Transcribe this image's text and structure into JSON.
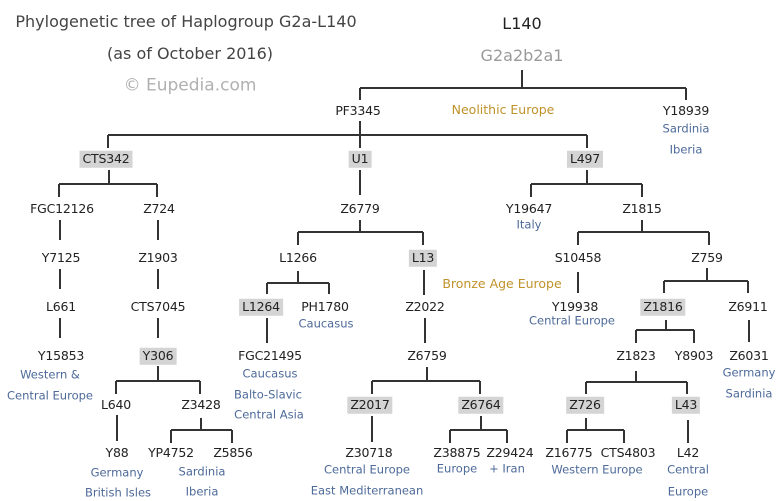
{
  "title": {
    "line1": "Phylogenetic tree of Haplogroup G2a-L140",
    "line2": "(as of October 2016)",
    "watermark": "© Eupedia.com"
  },
  "root": {
    "snp": "L140",
    "haplogroup": "G2a2b2a1"
  },
  "nodes": {
    "PF3345": "PF3345",
    "Y18939": "Y18939",
    "CTS342": "CTS342",
    "U1": "U1",
    "L497": "L497",
    "FGC12126": "FGC12126",
    "Z724": "Z724",
    "Y7125": "Y7125",
    "Z1903": "Z1903",
    "L661": "L661",
    "CTS7045": "CTS7045",
    "Y15853": "Y15853",
    "Y306": "Y306",
    "L640": "L640",
    "Z3428": "Z3428",
    "Y88": "Y88",
    "YP4752": "YP4752",
    "Z5856": "Z5856",
    "Z6779": "Z6779",
    "L1266": "L1266",
    "L13": "L13",
    "L1264": "L1264",
    "PH1780": "PH1780",
    "FGC21495": "FGC21495",
    "Z2022": "Z2022",
    "Z6759": "Z6759",
    "Z2017": "Z2017",
    "Z6764": "Z6764",
    "Z30718": "Z30718",
    "Z38875": "Z38875",
    "Z29424": "Z29424",
    "Y19647": "Y19647",
    "Z1815": "Z1815",
    "S10458": "S10458",
    "Z759": "Z759",
    "Y19938": "Y19938",
    "Z1816": "Z1816",
    "Z6911": "Z6911",
    "Z6031": "Z6031",
    "Z1823": "Z1823",
    "Y8903": "Y8903",
    "Z726": "Z726",
    "L43": "L43",
    "Z16775": "Z16775",
    "CTS4803": "CTS4803",
    "L42": "L42"
  },
  "eras": {
    "neolithic": "Neolithic Europe",
    "bronze": "Bronze Age Europe"
  },
  "regions": {
    "y18939_1": "Sardinia",
    "y18939_2": "Iberia",
    "y15853_1": "Western &",
    "y15853_2": "Central Europe",
    "y88_1": "Germany",
    "y88_2": "British Isles",
    "z3428_1": "Sardinia",
    "z3428_2": "Iberia",
    "ph1780": "Caucasus",
    "fgc21495_1": "Caucasus",
    "fgc21495_2": "Balto-Slavic",
    "fgc21495_3": "Central Asia",
    "z30718_1": "Central Europe",
    "z30718_2": "East Mediterranean",
    "z38875": "Europe",
    "z29424": "+ Iran",
    "y19647": "Italy",
    "y19938": "Central Europe",
    "z6031_1": "Germany",
    "z6031_2": "Sardinia",
    "z726": "Western Europe",
    "l42_1": "Central",
    "l42_2": "Europe"
  },
  "colors": {
    "node_text": "#222222",
    "region_text": "#4d6a99",
    "era_text": "#c0922a",
    "highlight_box": "#d4d4d4"
  }
}
